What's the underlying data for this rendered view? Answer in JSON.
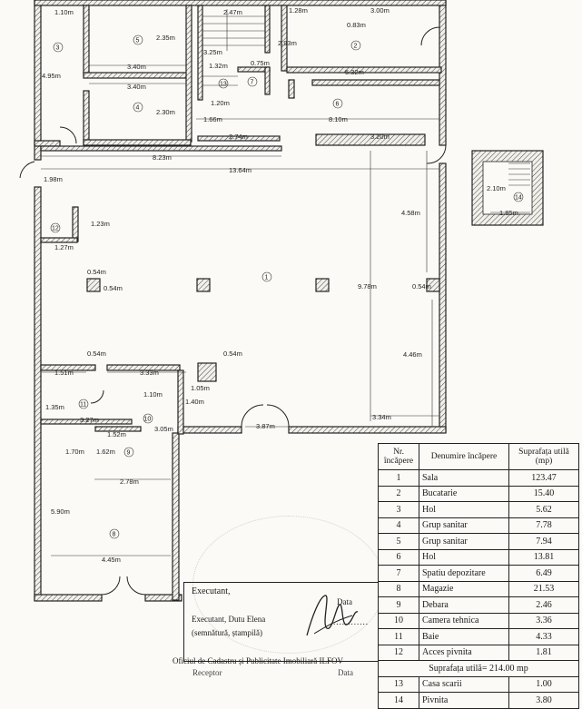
{
  "plan": {
    "dims": {
      "d1": "1.10m",
      "d2": "2.47m",
      "d3": "1.28m",
      "d4": "3.00m",
      "d5": "0.83m",
      "d6": "2.35m",
      "d7": "3.25m",
      "d8": "2.93m",
      "d9": "4.95m",
      "d10": "3.40m",
      "d11": "1.32m",
      "d12": "0.75m",
      "d13": "5.32m",
      "d14": "3.40m",
      "d15": "2.30m",
      "d16": "1.20m",
      "d17": "1.66m",
      "d18": "8.10m",
      "d19": "2.74m",
      "d20": "3.20m",
      "d21": "8.23m",
      "d22": "13.64m",
      "d23": "1.98m",
      "d24": "2.10m",
      "d25": "1.85m",
      "d26": "1.23m",
      "d27": "4.58m",
      "d28": "1.27m",
      "d29": "0.54m",
      "d30": "0.54m",
      "d31": "9.78m",
      "d32": "0.54m",
      "d33": "0.54m",
      "d34": "0.54m",
      "d35": "4.46m",
      "d36": "1.51m",
      "d37": "3.33m",
      "d38": "1.10m",
      "d39": "1.05m",
      "d40": "1.40m",
      "d41": "1.35m",
      "d42": "3.27m",
      "d43": "3.05m",
      "d44": "3.87m",
      "d45": "3.34m",
      "d46": "1.52m",
      "d47": "1.70m",
      "d48": "1.62m",
      "d49": "2.78m",
      "d50": "5.90m",
      "d51": "4.45m"
    },
    "rooms": {
      "r1": "1",
      "r2": "2",
      "r3": "3",
      "r4": "4",
      "r5": "5",
      "r6": "6",
      "r7": "7",
      "r8": "8",
      "r9": "9",
      "r10": "10",
      "r11": "11",
      "r12": "12",
      "r13": "13",
      "r14": "14"
    }
  },
  "legend": {
    "headers": [
      "Nr. încăpere",
      "Denumire încăpere",
      "Suprafața utilă (mp)"
    ],
    "rows": [
      {
        "nr": "1",
        "name": "Sala",
        "area": "123.47"
      },
      {
        "nr": "2",
        "name": "Bucatarie",
        "area": "15.40"
      },
      {
        "nr": "3",
        "name": "Hol",
        "area": "5.62"
      },
      {
        "nr": "4",
        "name": "Grup sanitar",
        "area": "7.78"
      },
      {
        "nr": "5",
        "name": "Grup sanitar",
        "area": "7.94"
      },
      {
        "nr": "6",
        "name": "Hol",
        "area": "13.81"
      },
      {
        "nr": "7",
        "name": "Spatiu depozitare",
        "area": "6.49"
      },
      {
        "nr": "8",
        "name": "Magazie",
        "area": "21.53"
      },
      {
        "nr": "9",
        "name": "Debara",
        "area": "2.46"
      },
      {
        "nr": "10",
        "name": "Camera tehnica",
        "area": "3.36"
      },
      {
        "nr": "11",
        "name": "Baie",
        "area": "4.33"
      },
      {
        "nr": "12",
        "name": "Acces pivnita",
        "area": "1.81"
      }
    ],
    "total": "Suprafața utilă= 214.00 mp",
    "extra_rows": [
      {
        "nr": "13",
        "name": "Casa scarii",
        "area": "1.00"
      },
      {
        "nr": "14",
        "name": "Pivnita",
        "area": "3.80"
      }
    ]
  },
  "executant": {
    "title": "Executant,",
    "name": "Executant, Dutu Elena",
    "sign_note": "(semnătură, ștampilă)",
    "data_label": "Data",
    "dots": "............"
  },
  "footer": {
    "office": "Oficiul de Cadastru și Publicitate Imobiliară ILFOV",
    "receptor": "Receptor",
    "data": "Data"
  },
  "colors": {
    "ink": "#222222",
    "paper": "#fbfaf7"
  }
}
